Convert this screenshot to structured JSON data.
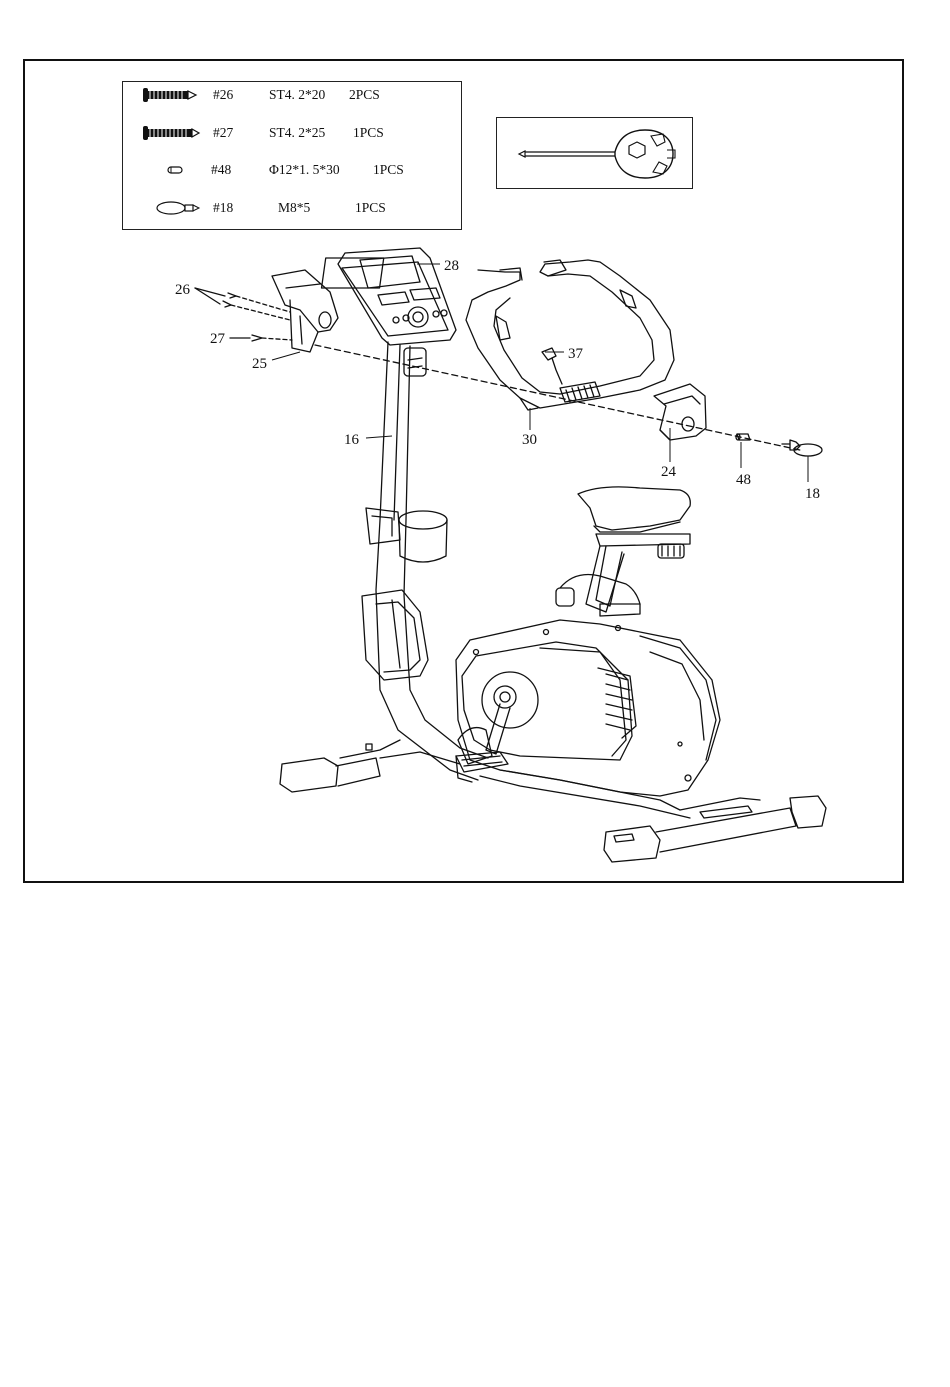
{
  "parts_list": [
    {
      "id": "#26",
      "spec": "ST4. 2*20",
      "qty": "2PCS",
      "icon": "long-screw-icon"
    },
    {
      "id": "#27",
      "spec": "ST4. 2*25",
      "qty": "1PCS",
      "icon": "long-screw-icon"
    },
    {
      "id": "#48",
      "spec": "Φ12*1. 5*30",
      "qty": "1PCS",
      "icon": "pin-icon"
    },
    {
      "id": "#18",
      "spec": "M8*5",
      "qty": "1PCS",
      "icon": "knob-icon"
    }
  ],
  "tool": {
    "icon": "screwdriver-wrench-tool-icon"
  },
  "callouts": {
    "c26": "26",
    "c27": "27",
    "c25": "25",
    "c28": "28",
    "c16": "16",
    "c37": "37",
    "c30": "30",
    "c24": "24",
    "c48": "48",
    "c18": "18"
  }
}
